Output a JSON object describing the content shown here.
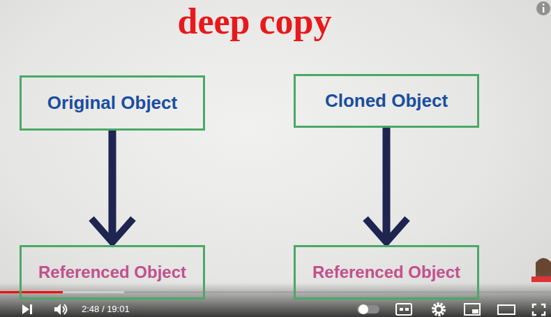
{
  "diagram": {
    "title": "deep copy",
    "nodes": [
      {
        "text": [
          "Original Object"
        ]
      },
      {
        "text": [
          "Referenced Object"
        ]
      },
      {
        "text": [
          "Cloned Object"
        ]
      },
      {
        "text": [
          "Referenced Object"
        ]
      }
    ],
    "edges": [
      {
        "from": 0,
        "to": 1,
        "arrow": "to"
      },
      {
        "from": 2,
        "to": 3,
        "arrow": "to"
      }
    ],
    "labels": [
      "2:48 / 19:01"
    ]
  }
}
